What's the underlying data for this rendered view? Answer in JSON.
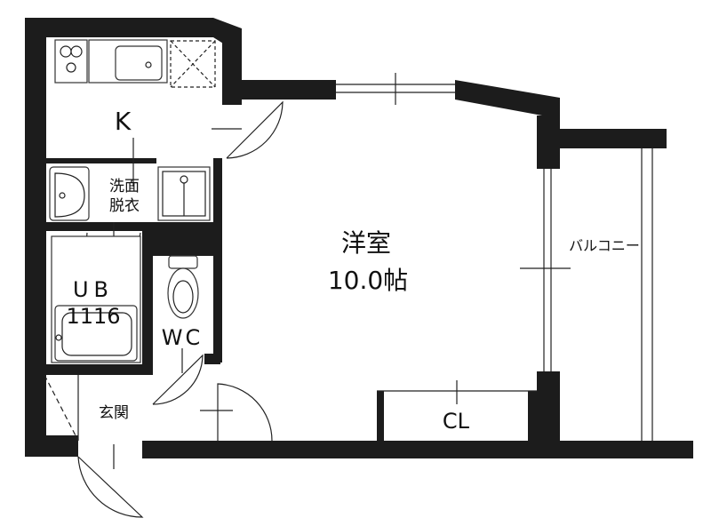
{
  "rooms": {
    "kitchen": "K",
    "washroom_line1": "洗面",
    "washroom_line2": "脱衣",
    "western_room_name": "洋室",
    "western_room_size": "10.0帖",
    "unit_bath_name": "UB",
    "unit_bath_size": "1116",
    "toilet": "WC",
    "entrance": "玄関",
    "closet": "CL",
    "balcony": "バルコニー"
  },
  "colors": {
    "wall": "#1c1c1c",
    "line": "#222222",
    "background": "#ffffff"
  },
  "icons": [
    "gas-stove-icon",
    "sink-icon",
    "washbasin-icon",
    "washing-machine-pan-icon",
    "toilet-icon",
    "bathtub-icon"
  ]
}
